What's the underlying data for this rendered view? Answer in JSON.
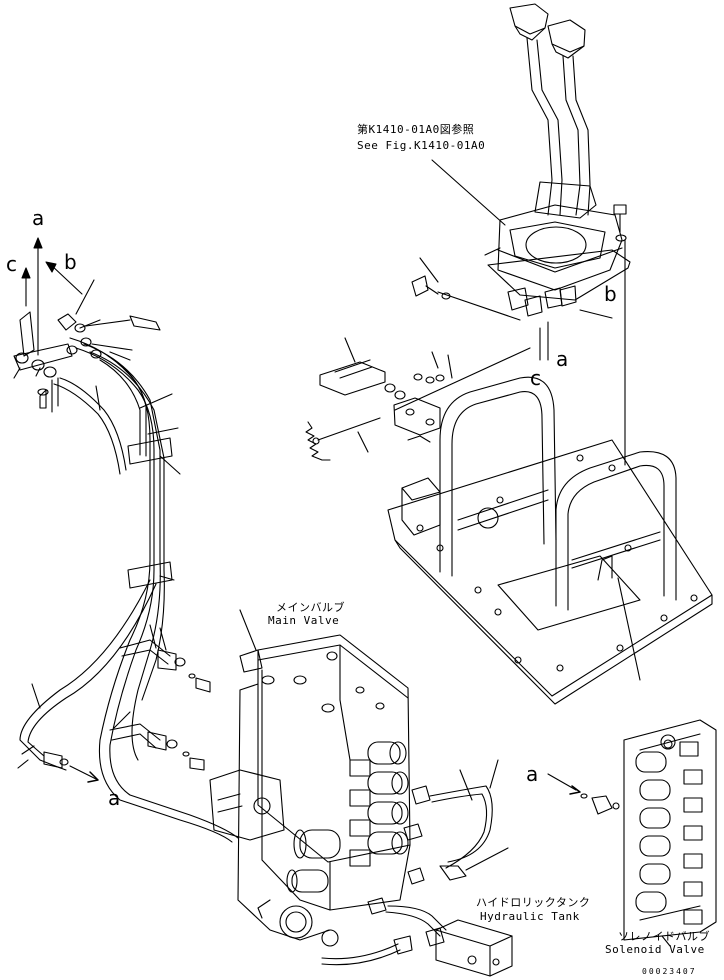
{
  "labels": {
    "ref_jp": "第K1410-01A0図参照",
    "ref_en": "See Fig.K1410-01A0",
    "main_valve_jp": "メインバルブ",
    "main_valve_en": "Main Valve",
    "tank_jp": "ハイドロリックタンク",
    "tank_en": "Hydraulic Tank",
    "solenoid_jp": "ソレノイドバルブ",
    "solenoid_en": "Solenoid Valve",
    "drawing_no": "00023407"
  },
  "arrows": {
    "a": "a",
    "b": "b",
    "c": "c"
  }
}
